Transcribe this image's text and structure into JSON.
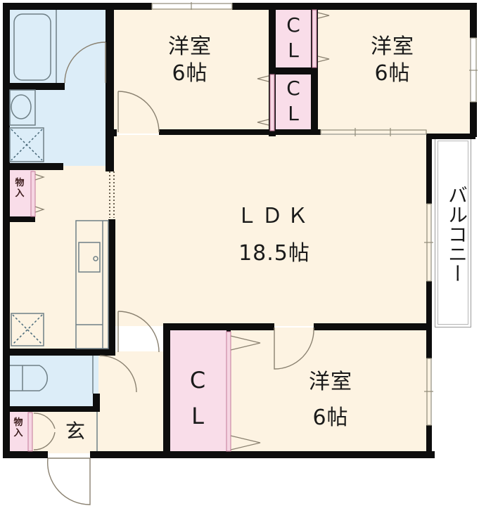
{
  "colors": {
    "room_floor": "#fdf3e2",
    "wet_area": "#dcedf8",
    "closet": "#f9dde9",
    "wall": "#0d0d0d",
    "fixture_stroke": "#6e7f86",
    "door_arc": "#8a8170",
    "balcony_bg": "#ffffff"
  },
  "rooms": {
    "bedroom_top_left": {
      "name": "洋室",
      "size": "6帖"
    },
    "bedroom_top_right": {
      "name": "洋室",
      "size": "6帖"
    },
    "ldk": {
      "name": "ＬＤＫ",
      "size": "18.5帖"
    },
    "bedroom_bottom": {
      "name": "洋室",
      "size": "6帖"
    },
    "balcony": {
      "name": "バルコニー"
    },
    "entrance": {
      "name": "玄"
    }
  },
  "closets": {
    "top_upper": {
      "line1": "C",
      "line2": "L"
    },
    "top_lower": {
      "line1": "C",
      "line2": "L"
    },
    "bottom": {
      "line1": "C",
      "line2": "L"
    }
  },
  "storage": {
    "hall": {
      "line1": "物",
      "line2": "入"
    },
    "entrance": {
      "line1": "物",
      "line2": "入"
    }
  }
}
